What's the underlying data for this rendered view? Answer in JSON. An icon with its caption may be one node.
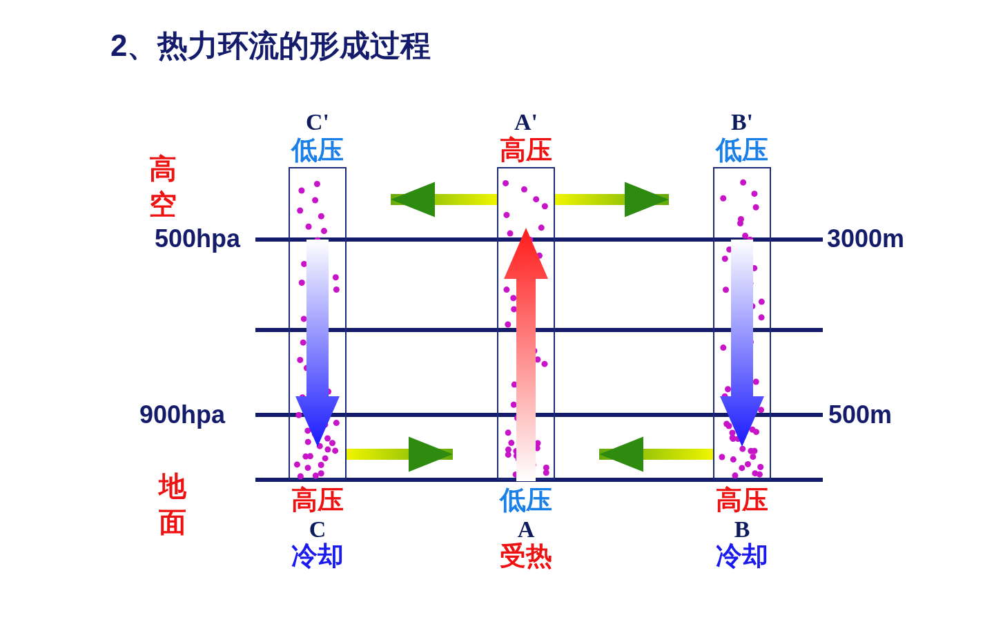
{
  "diagram": {
    "title": "2、热力环流的形成过程",
    "nodes": [
      {
        "text": [
          "C'",
          "低压",
          "高压",
          "C",
          "冷却"
        ]
      },
      {
        "text": [
          "A'",
          "高压",
          "低压",
          "A",
          "受热"
        ]
      },
      {
        "text": [
          "B'",
          "低压",
          "高压",
          "B",
          "冷却"
        ]
      }
    ],
    "edges": [
      {
        "from": 1,
        "to": 0,
        "arrow": "to"
      },
      {
        "from": 1,
        "to": 2,
        "arrow": "to"
      },
      {
        "from": 0,
        "to": 1,
        "arrow": "to"
      },
      {
        "from": 2,
        "to": 1,
        "arrow": "to"
      }
    ],
    "labels": [
      "高空",
      "500hpa",
      "3000m",
      "900hpa",
      "500m",
      "地面"
    ]
  }
}
